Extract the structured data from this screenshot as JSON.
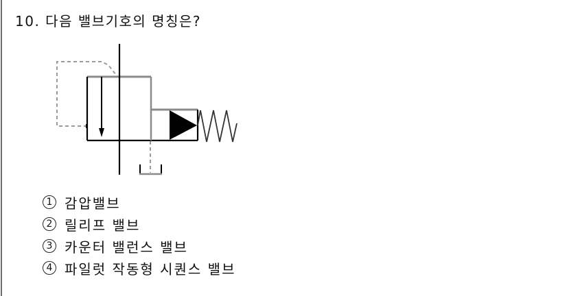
{
  "question": {
    "number": "10.",
    "text": "다음 밸브기호의 명칭은?"
  },
  "diagram": {
    "description": "pilot-operated pressure valve symbol with spring and drain to tank",
    "colors": {
      "line": "#000000",
      "gray_line": "#8a8a8a",
      "dashed": "#9a9a9a"
    }
  },
  "options": [
    {
      "marker": "1",
      "label": "감압밸브"
    },
    {
      "marker": "2",
      "label": "릴리프 밸브"
    },
    {
      "marker": "3",
      "label": "카운터 밸런스 밸브"
    },
    {
      "marker": "4",
      "label": "파일럿 작동형 시퀀스 밸브"
    }
  ]
}
